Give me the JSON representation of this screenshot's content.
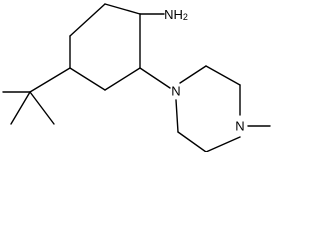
{
  "molecule": {
    "labels": {
      "amine": {
        "element": "NH",
        "subscript": "2"
      },
      "piperazine_n1": "N",
      "piperazine_n4": "N"
    },
    "colors": {
      "bond": "#000000",
      "text": "#000000",
      "background": "#ffffff"
    }
  }
}
